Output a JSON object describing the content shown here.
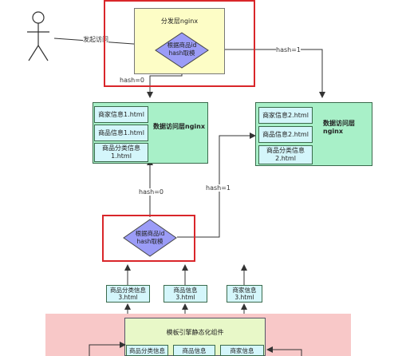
{
  "actor": {
    "action_label": "发起访问"
  },
  "distribution_layer": {
    "title": "分发层nginx",
    "decision_text": "根据商品id hash取模"
  },
  "edge_labels": {
    "hash0_top": "hash=0",
    "hash1_top": "hash=1",
    "hash0_bottom": "hash=0",
    "hash1_bottom": "hash=1"
  },
  "data_layer_1": {
    "title": "数据访问层nginx",
    "files": [
      "商家信息1.html",
      "商品信息1.html",
      "商品分类信息1.html"
    ]
  },
  "data_layer_2": {
    "title": "数据访问层nginx",
    "files": [
      "商家信息2.html",
      "商品信息2.html",
      "商品分类信息2.html"
    ]
  },
  "lower_decision": {
    "decision_text": "根据商品id hash取模"
  },
  "generated_files": [
    "商品分类信息3.html",
    "商品信息3.html",
    "商家信息3.html"
  ],
  "template_engine": {
    "title": "模板引擎静态化组件",
    "files": [
      "商品分类信息",
      "商品信息",
      "商家信息"
    ]
  },
  "colors": {
    "red_border": "#d9262a",
    "yellow_fill": "#fdfdc6",
    "nginx_fill": "#a8f0c8",
    "cell_fill": "#d4f6fb",
    "diamond_fill": "#9b9cf7",
    "pink_fill": "#f8c8c8",
    "green_fill": "#e8f8c8"
  }
}
